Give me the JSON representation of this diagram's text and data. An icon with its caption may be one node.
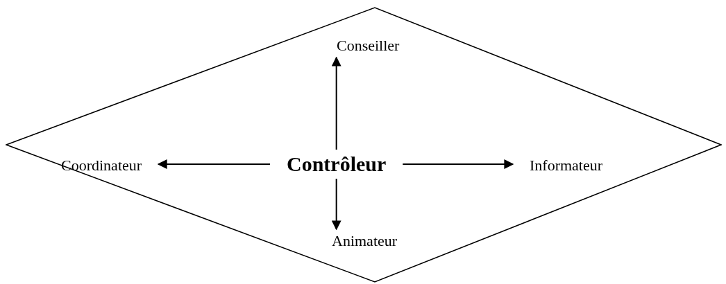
{
  "diagram": {
    "nodes": [
      {
        "text": [],
        "shape": "diamond"
      },
      {
        "text": [
          "Conseiller"
        ],
        "in": 0
      },
      {
        "text": [
          "Coordinateur"
        ],
        "in": 0
      },
      {
        "text": [
          "Contrôleur"
        ],
        "in": 0
      },
      {
        "text": [
          "Informateur"
        ],
        "in": 0
      },
      {
        "text": [
          "Animateur"
        ],
        "in": 0
      }
    ],
    "edges": [
      {
        "from": 3,
        "to": 1,
        "arrow": "to"
      },
      {
        "from": 3,
        "to": 2,
        "arrow": "to"
      },
      {
        "from": 3,
        "to": 4,
        "arrow": "to"
      },
      {
        "from": 3,
        "to": 5,
        "arrow": "to"
      }
    ]
  }
}
